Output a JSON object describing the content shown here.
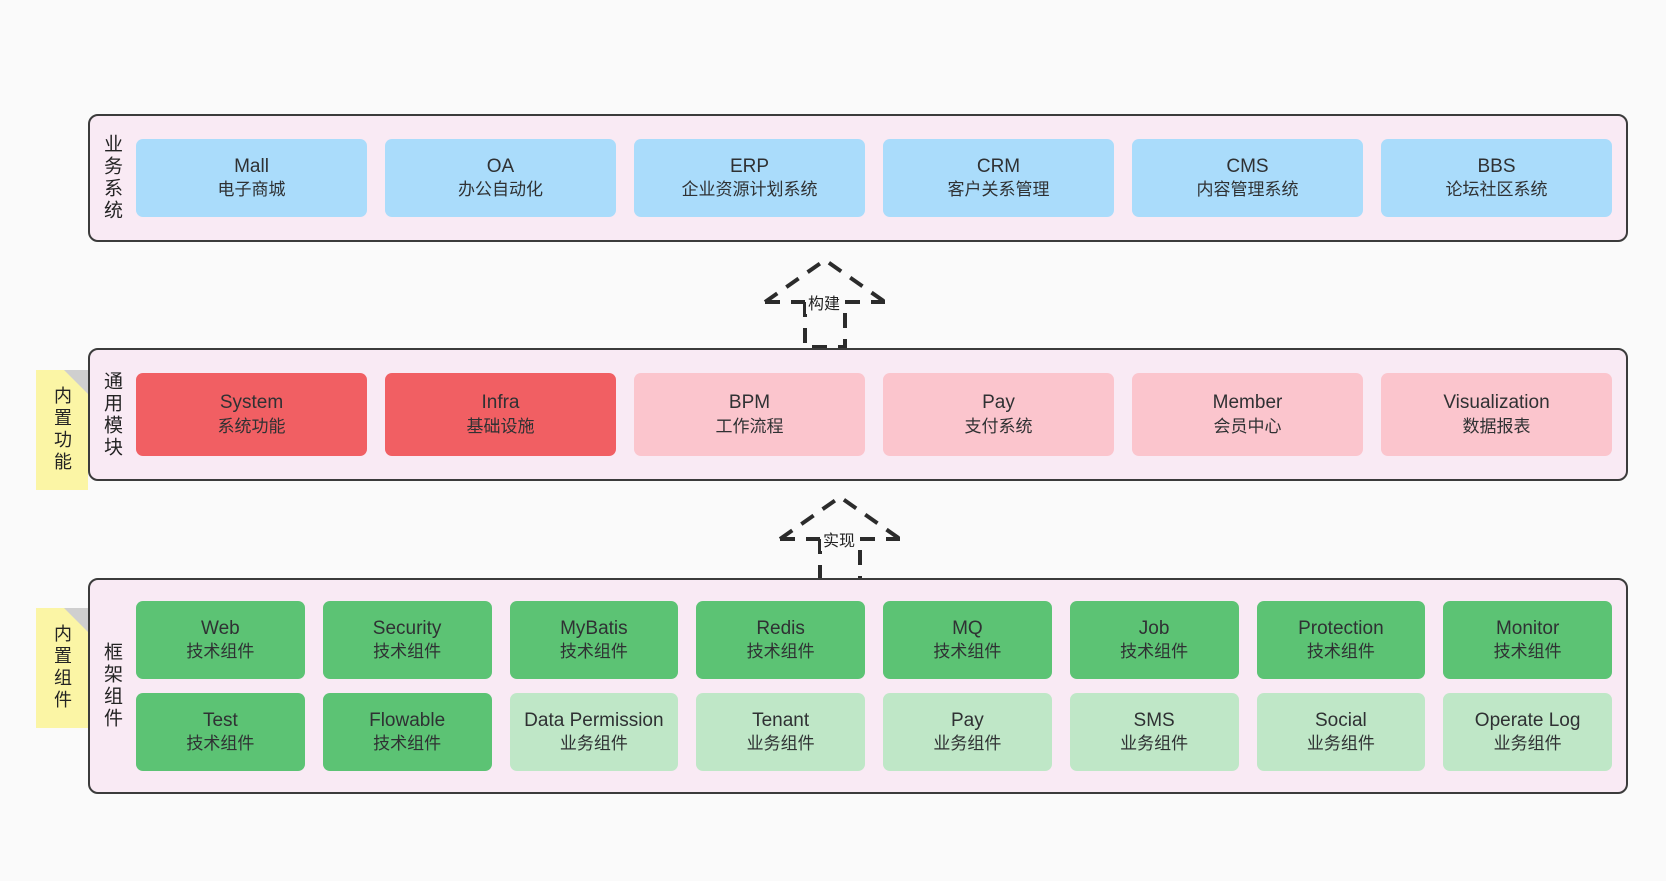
{
  "diagram": {
    "title_hidden": "",
    "background": "#fafafa",
    "colors": {
      "layer_fill": "#f9eaf4",
      "layer_border": "#3b3b3b",
      "business_card": "#aadcfb",
      "module_strong": "#f15f63",
      "module_soft": "#fbc5cd",
      "framework_tech": "#5cc374",
      "framework_business": "#bfe7c7",
      "note_fill": "#fbf5a5",
      "note_fold": "#cfcfcf",
      "text": "#2f3133"
    }
  },
  "layers": [
    {
      "id": "business-system",
      "title": "业务系统",
      "rows": [
        {
          "cards": [
            {
              "name": "Mall",
              "subtitle": "电子商城",
              "style": "biz-card"
            },
            {
              "name": "OA",
              "subtitle": "办公自动化",
              "style": "biz-card"
            },
            {
              "name": "ERP",
              "subtitle": "企业资源计划系统",
              "style": "biz-card"
            },
            {
              "name": "CRM",
              "subtitle": "客户关系管理",
              "style": "biz-card"
            },
            {
              "name": "CMS",
              "subtitle": "内容管理系统",
              "style": "biz-card"
            },
            {
              "name": "BBS",
              "subtitle": "论坛社区系统",
              "style": "biz-card"
            }
          ]
        }
      ]
    },
    {
      "id": "common-module",
      "title": "通用模块",
      "note": "内置功能",
      "rows": [
        {
          "cards": [
            {
              "name": "System",
              "subtitle": "系统功能",
              "style": "mod-strong"
            },
            {
              "name": "Infra",
              "subtitle": "基础设施",
              "style": "mod-strong"
            },
            {
              "name": "BPM",
              "subtitle": "工作流程",
              "style": "mod-soft"
            },
            {
              "name": "Pay",
              "subtitle": "支付系统",
              "style": "mod-soft"
            },
            {
              "name": "Member",
              "subtitle": "会员中心",
              "style": "mod-soft"
            },
            {
              "name": "Visualization",
              "subtitle": "数据报表",
              "style": "mod-soft"
            }
          ]
        }
      ]
    },
    {
      "id": "framework-component",
      "title": "框架组件",
      "note": "内置组件",
      "rows": [
        {
          "cards": [
            {
              "name": "Web",
              "subtitle": "技术组件",
              "style": "fw-tech"
            },
            {
              "name": "Security",
              "subtitle": "技术组件",
              "style": "fw-tech"
            },
            {
              "name": "MyBatis",
              "subtitle": "技术组件",
              "style": "fw-tech"
            },
            {
              "name": "Redis",
              "subtitle": "技术组件",
              "style": "fw-tech"
            },
            {
              "name": "MQ",
              "subtitle": "技术组件",
              "style": "fw-tech"
            },
            {
              "name": "Job",
              "subtitle": "技术组件",
              "style": "fw-tech"
            },
            {
              "name": "Protection",
              "subtitle": "技术组件",
              "style": "fw-tech"
            },
            {
              "name": "Monitor",
              "subtitle": "技术组件",
              "style": "fw-tech"
            }
          ]
        },
        {
          "cards": [
            {
              "name": "Test",
              "subtitle": "技术组件",
              "style": "fw-tech"
            },
            {
              "name": "Flowable",
              "subtitle": "技术组件",
              "style": "fw-tech"
            },
            {
              "name": "Data Permission",
              "subtitle": "业务组件",
              "style": "fw-biz"
            },
            {
              "name": "Tenant",
              "subtitle": "业务组件",
              "style": "fw-biz"
            },
            {
              "name": "Pay",
              "subtitle": "业务组件",
              "style": "fw-biz"
            },
            {
              "name": "SMS",
              "subtitle": "业务组件",
              "style": "fw-biz"
            },
            {
              "name": "Social",
              "subtitle": "业务组件",
              "style": "fw-biz"
            },
            {
              "name": "Operate Log",
              "subtitle": "业务组件",
              "style": "fw-biz"
            }
          ]
        }
      ]
    }
  ],
  "connectors": [
    {
      "id": "build",
      "label": "构建",
      "from": "common-module",
      "to": "business-system"
    },
    {
      "id": "implement",
      "label": "实现",
      "from": "framework-component",
      "to": "common-module"
    }
  ]
}
